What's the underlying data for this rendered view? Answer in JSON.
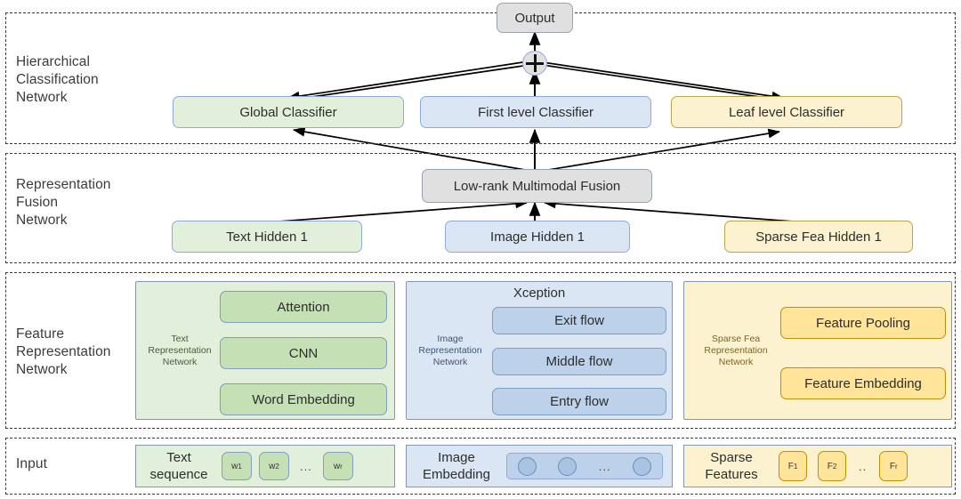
{
  "sections": {
    "hierarchical": {
      "label": "Hierarchical\nClassification\nNetwork"
    },
    "fusion": {
      "label": "Representation\nFusion\nNetwork"
    },
    "feature": {
      "label": "Feature\nRepresentation\nNetwork"
    },
    "input": {
      "label": "Input"
    }
  },
  "hierarchical": {
    "output": "Output",
    "plus": "+",
    "classifiers": [
      {
        "label": "Global Classifier",
        "color": "#e2efda"
      },
      {
        "label": "First level Classifier",
        "color": "#dae6f3"
      },
      {
        "label": "Leaf level Classifier",
        "color": "#fdf2cf"
      }
    ]
  },
  "fusion": {
    "fusion_block": "Low-rank Multimodal Fusion",
    "hidden": [
      {
        "label": "Text Hidden 1",
        "color": "#e2efda"
      },
      {
        "label": "Image Hidden 1",
        "color": "#dae6f3"
      },
      {
        "label": "Sparse Fea Hidden 1",
        "color": "#fdf2cf"
      }
    ]
  },
  "feature": {
    "text_panel": {
      "side_label": "Text\nRepresentation\nNetwork",
      "blocks": [
        "Attention",
        "CNN",
        "Word Embedding"
      ]
    },
    "image_panel": {
      "top_label": "Xception",
      "side_label": "Image\nRepresentation\nNetwork",
      "blocks": [
        "Exit flow",
        "Middle flow",
        "Entry flow"
      ]
    },
    "sparse_panel": {
      "side_label": "Sparse Fea\nRepresentation\nNetwork",
      "blocks": [
        "Feature Pooling",
        "Feature Embedding"
      ]
    }
  },
  "input": {
    "text": {
      "label": "Text\nsequence",
      "tokens": [
        "w1",
        "w2",
        "wr"
      ],
      "ellipsis": "..."
    },
    "image": {
      "label": "Image\nEmbedding",
      "circles": 3,
      "ellipsis": "..."
    },
    "sparse": {
      "label": "Sparse\nFeatures",
      "tokens": [
        "F1",
        "F2",
        "Fr"
      ],
      "ellipsis": ".."
    }
  },
  "colors": {
    "green_light": "#e2efda",
    "green_dark": "#c5e0b4",
    "blue_light": "#dae6f3",
    "blue_dark": "#bdd2ea",
    "yellow_light": "#fdf2cf",
    "yellow_dark": "#ffe49a",
    "grey": "#e0e0e0",
    "border": "#8496b0",
    "arrow": "#000000"
  }
}
